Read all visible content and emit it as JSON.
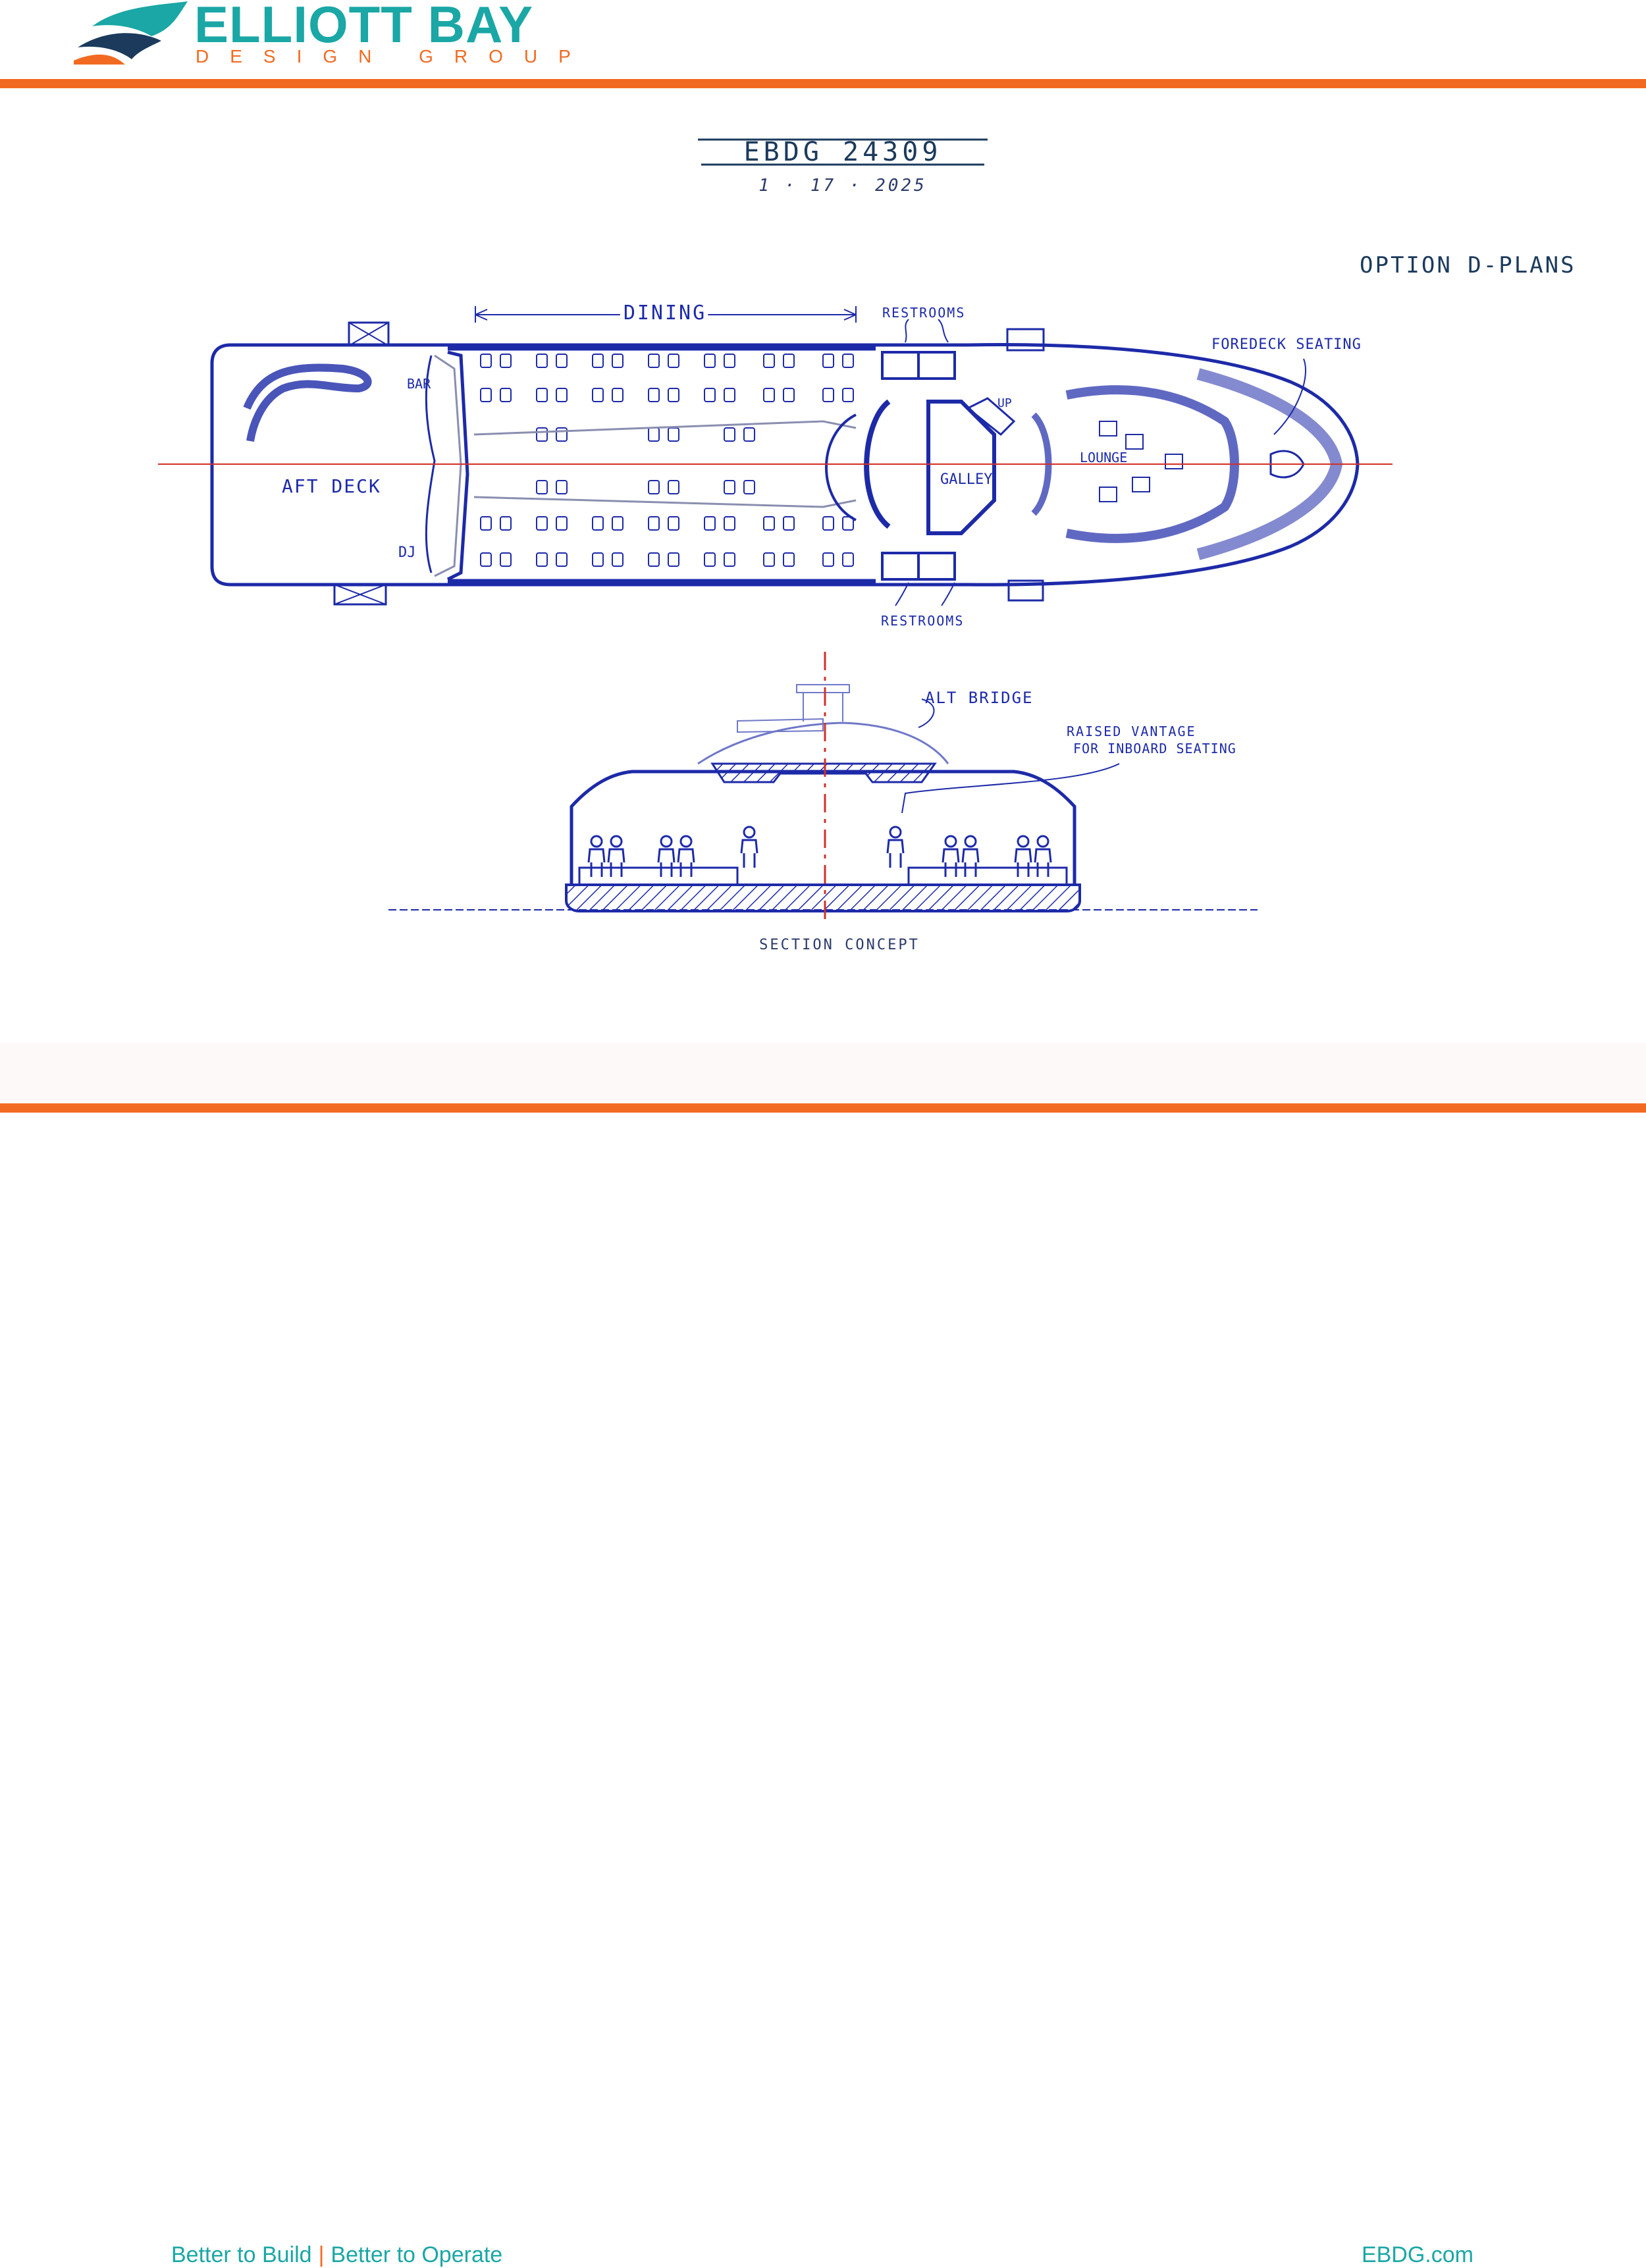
{
  "brand": {
    "name": "ELLIOTT BAY",
    "subtitle": "DESIGN GROUP",
    "teal": "#1aa7a5",
    "orange": "#f26a21",
    "navy": "#1b3a5c"
  },
  "sheet": {
    "project": "EBDG 24309",
    "date": "1 · 17 · 2025",
    "option": "OPTION D-PLANS"
  },
  "plan_labels": {
    "dining": "DINING",
    "restrooms_top": "RESTROOMS",
    "restrooms_bottom": "RESTROOMS",
    "foredeck_seating": "FOREDECK SEATING",
    "bar": "BAR",
    "aft_deck": "AFT DECK",
    "dj": "DJ",
    "galley": "GALLEY",
    "up": "UP",
    "lounge": "LOUNGE"
  },
  "section_labels": {
    "alt_bridge": "ALT BRIDGE",
    "raised_vantage_line1": "RAISED VANTAGE",
    "raised_vantage_line2": "FOR INBOARD SEATING",
    "section_concept": "SECTION CONCEPT"
  },
  "footer": {
    "tagline_left": "Better to Build",
    "tagline_separator": "|",
    "tagline_right": "Better to Operate",
    "website": "EBDG.com"
  },
  "colors": {
    "ink": "#1d2aa8",
    "ink_light": "#6f78c8",
    "centerline": "#d0302a",
    "pencil": "#8a8fb0",
    "text_teal": "#1aa7a5",
    "rule_orange": "#f26a21"
  }
}
